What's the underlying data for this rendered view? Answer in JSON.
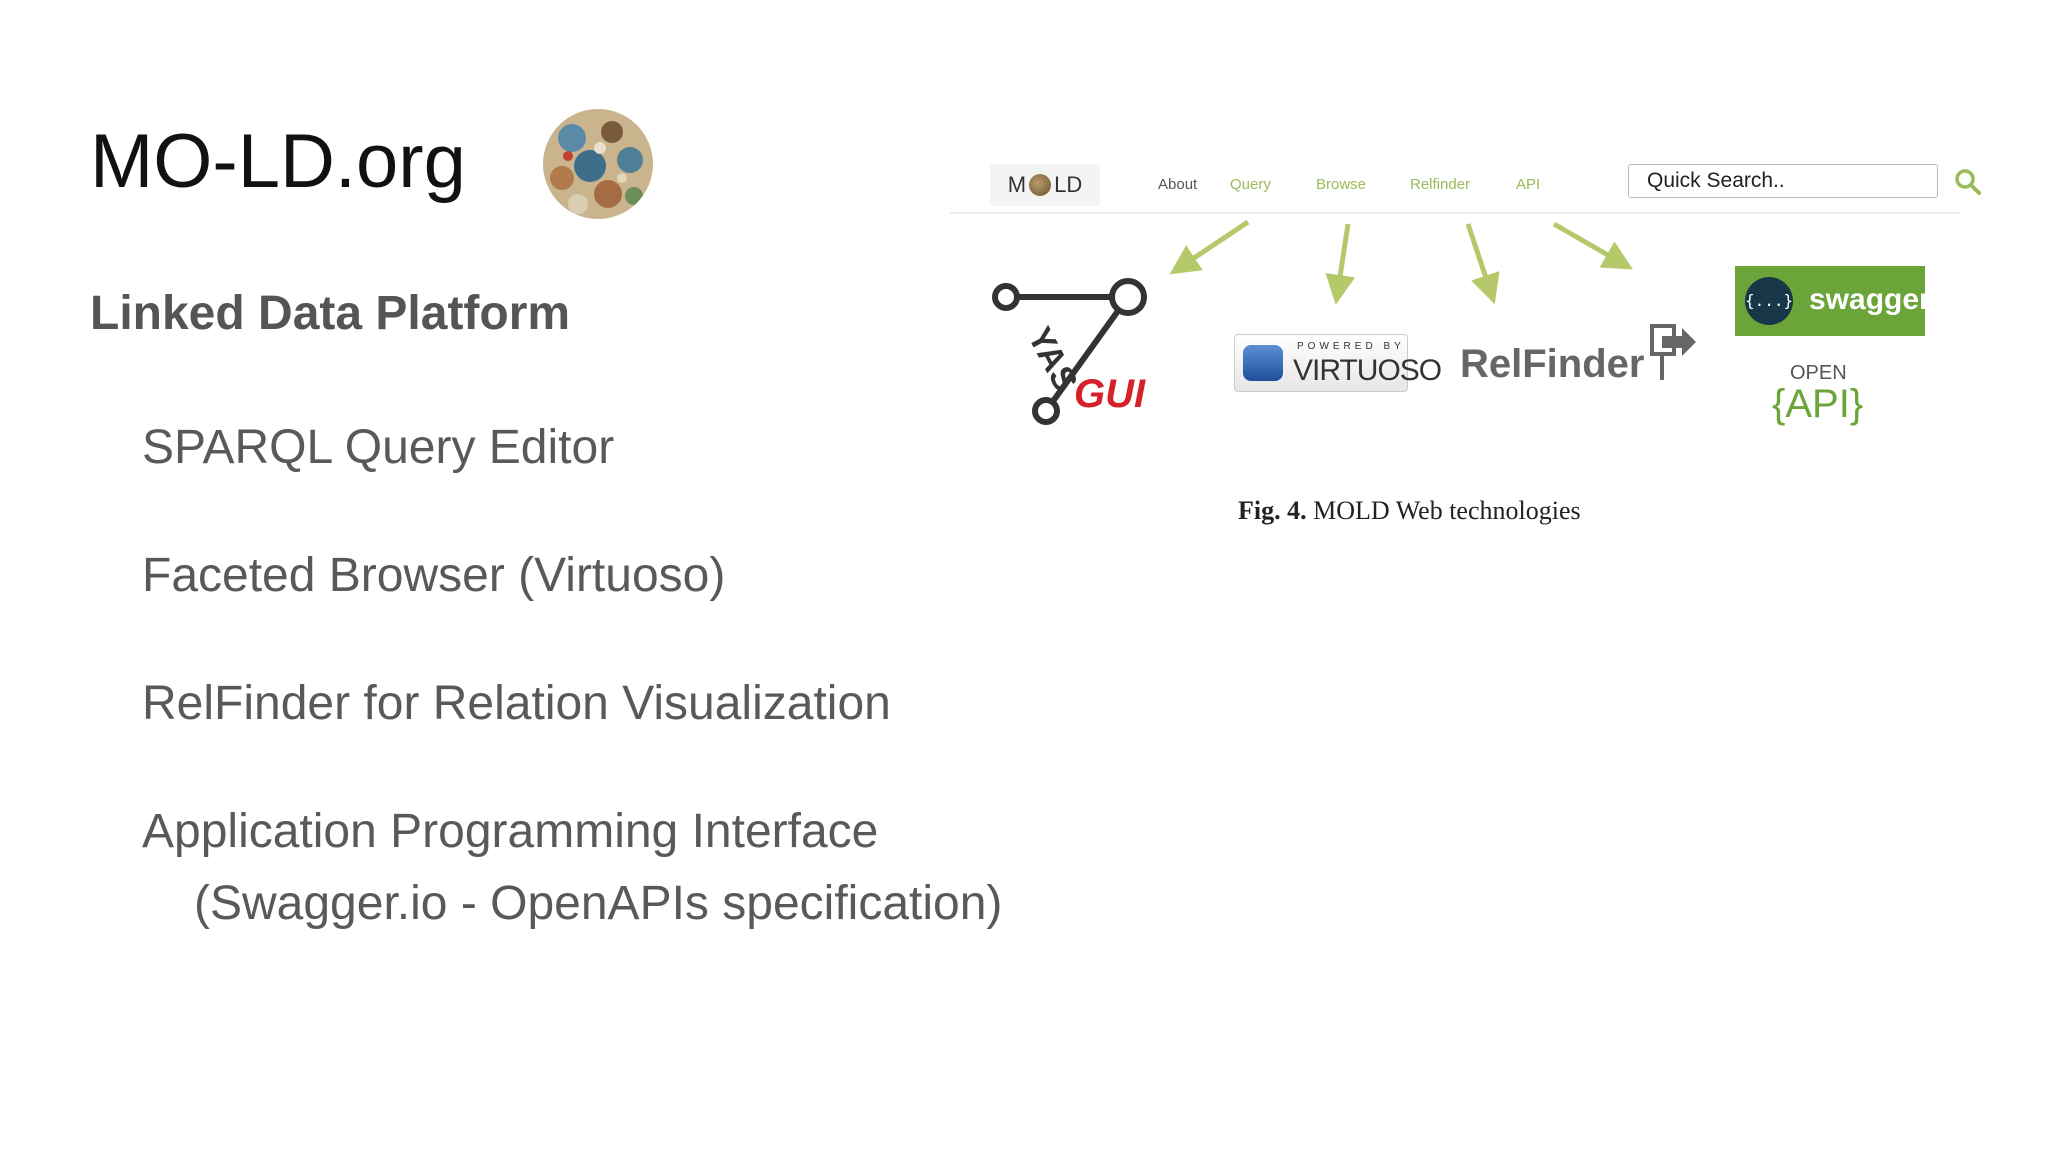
{
  "slide": {
    "title": "MO-LD.org",
    "subtitle": "Linked Data Platform",
    "bullets": [
      "SPARQL Query Editor",
      "Faceted Browser (Virtuoso)",
      "RelFinder for Relation Visualization",
      "Application Programming Interface"
    ],
    "bullet_sub": "(Swagger.io - OpenAPIs specification)"
  },
  "figure": {
    "navbar": {
      "logo_left": "M",
      "logo_right": "LD",
      "items": [
        "About",
        "Query",
        "Browse",
        "Relfinder",
        "API"
      ],
      "search_placeholder": "Quick Search.."
    },
    "logos": {
      "yasgui_top": "YAS",
      "yasgui_bottom": "GUI",
      "virtuoso_small": "POWERED BY",
      "virtuoso_big": "VIRTUOSO",
      "relfinder": "RelFinder",
      "swagger_mark": "{...}",
      "swagger": "swagger",
      "openapi_open": "OPEN",
      "openapi_api": "API"
    },
    "caption_number": "Fig. 4.",
    "caption_text": "MOLD Web technologies"
  },
  "colors": {
    "arrow_green": "#b5c96a",
    "nav_green": "#9bbb59",
    "swagger_green": "#6ba539",
    "yasgui_red": "#d6202a"
  },
  "icons": [
    "globe-logo-icon",
    "search-icon",
    "relfinder-sign-icon"
  ]
}
